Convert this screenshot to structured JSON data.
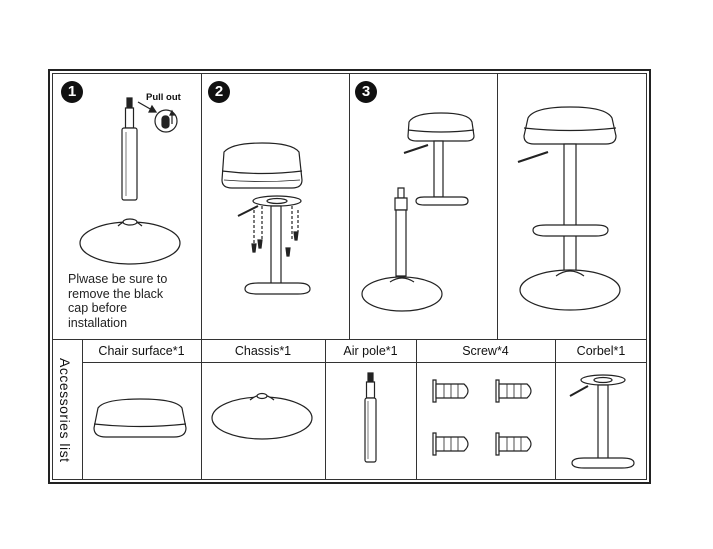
{
  "steps": [
    {
      "number": "1"
    },
    {
      "number": "2"
    },
    {
      "number": "3"
    }
  ],
  "step1": {
    "callout": "Pull out",
    "note_lines": [
      "Plwase be sure to",
      "remove the black",
      "cap before",
      "installation"
    ]
  },
  "accessories": {
    "title": "Accessories list",
    "items": [
      {
        "label": "Chair surface*1",
        "icon": "chair-surface-icon"
      },
      {
        "label": "Chassis*1",
        "icon": "chassis-icon"
      },
      {
        "label": "Air pole*1",
        "icon": "air-pole-icon"
      },
      {
        "label": "Screw*4",
        "icon": "screw-icon"
      },
      {
        "label": "Corbel*1",
        "icon": "corbel-icon"
      }
    ]
  },
  "colors": {
    "line": "#222222",
    "fill": "#ffffff",
    "badge": "#111111"
  }
}
